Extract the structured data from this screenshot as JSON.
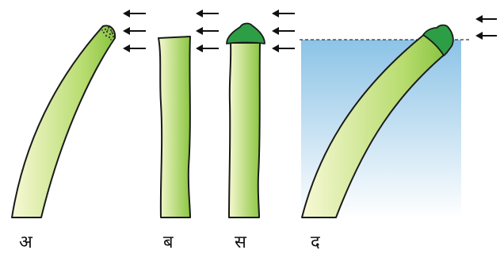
{
  "panels": [
    {
      "id": "a",
      "label": "अ"
    },
    {
      "id": "b",
      "label": "ब"
    },
    {
      "id": "c",
      "label": "स"
    },
    {
      "id": "d",
      "label": "द"
    }
  ],
  "colors": {
    "stem_light": "#f6f8d0",
    "stem_dark": "#8ac640",
    "outline": "#1a1a1a",
    "cap": "#2e9e46",
    "tip_dots": "#333333",
    "medium_top": "#8cc3e6",
    "medium_bottom": "#ffffff",
    "arrow": "#111111",
    "dashed_line": "#333333"
  },
  "icons": {
    "light_direction": "arrow-left-icon",
    "cap": "opaque-cap-icon"
  }
}
